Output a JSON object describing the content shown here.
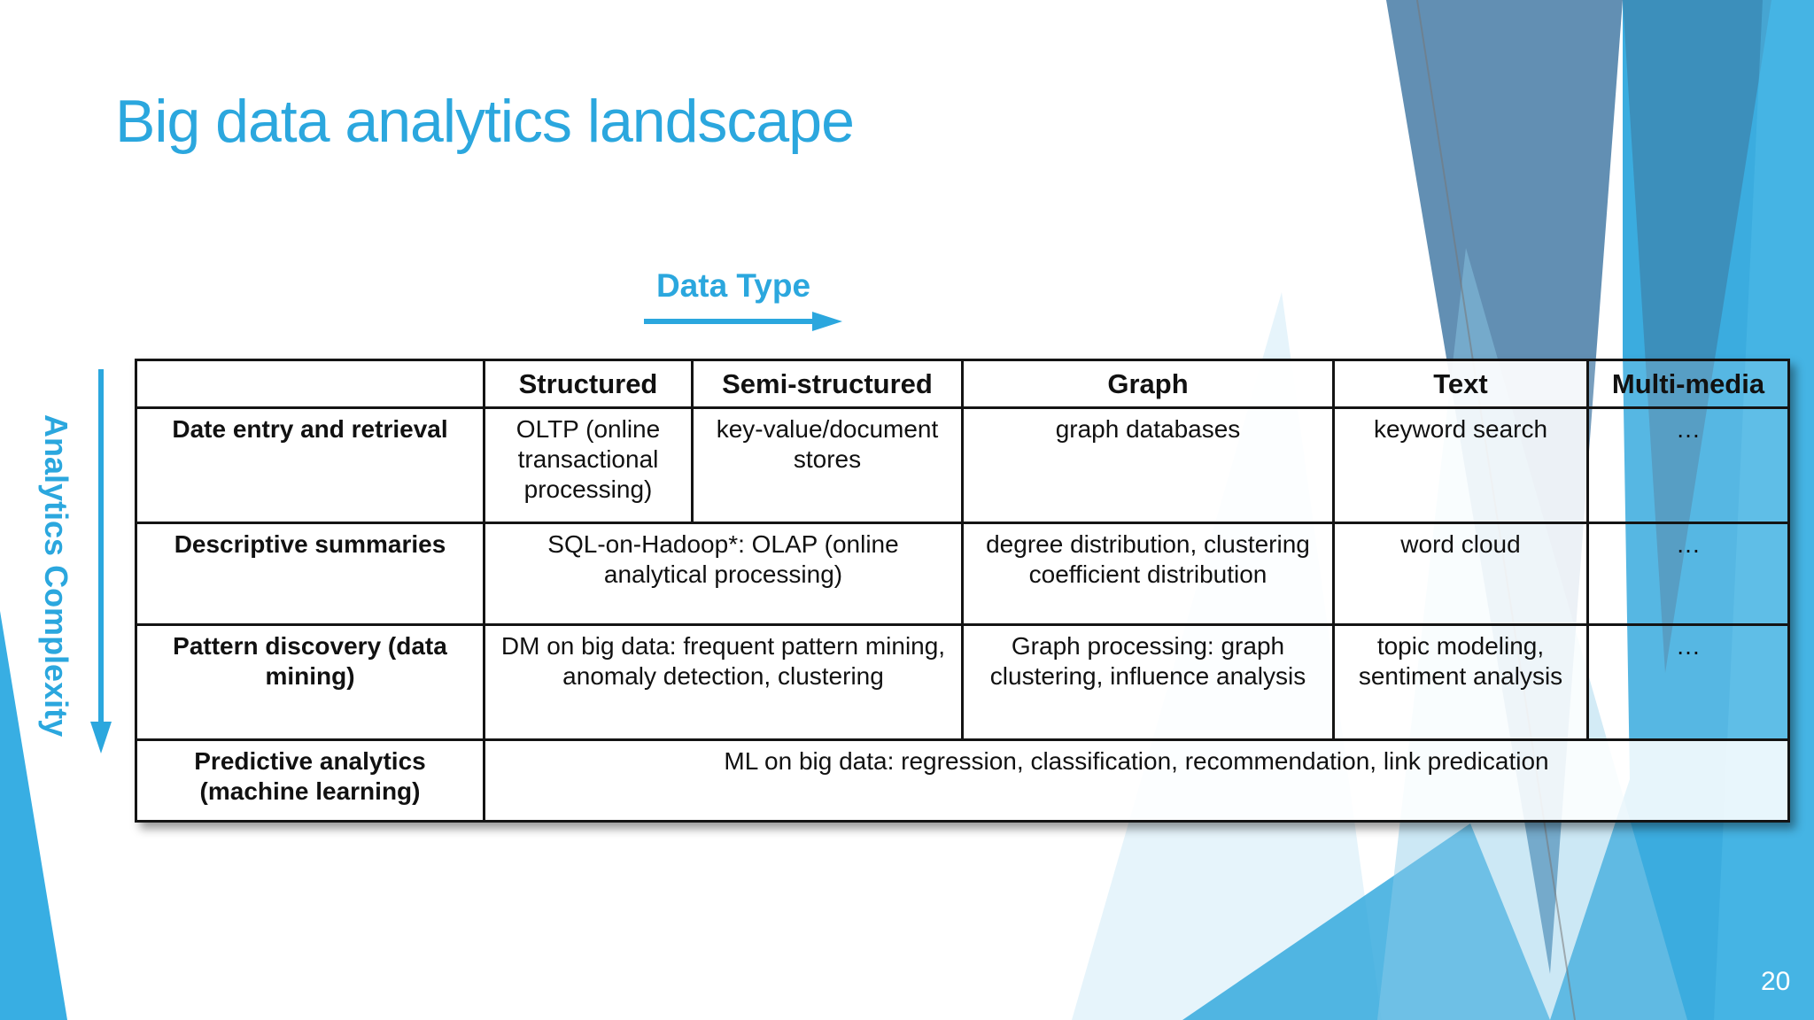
{
  "slide": {
    "title": "Big data analytics landscape",
    "page_number": "20"
  },
  "axes": {
    "x_label": "Data Type",
    "y_label": "Analytics Complexity"
  },
  "table": {
    "header": [
      "",
      "Structured",
      "Semi-structured",
      "Graph",
      "Text",
      "Multi-media"
    ],
    "rows": [
      {
        "label": "Date entry and retrieval",
        "cells": [
          "OLTP (online transactional processing)",
          "key-value/document stores",
          "graph databases",
          "keyword search",
          "…"
        ]
      },
      {
        "label": "Descriptive summaries",
        "cells": [
          "SQL-on-Hadoop*: OLAP (online analytical processing)",
          "degree distribution, clustering coefficient distribution",
          "word cloud",
          "…"
        ]
      },
      {
        "label": "Pattern discovery (data mining)",
        "cells": [
          "DM on big data: frequent pattern mining, anomaly detection, clustering",
          "Graph processing: graph clustering, influence analysis",
          "topic modeling, sentiment analysis",
          "…"
        ]
      },
      {
        "label": "Predictive analytics (machine learning)",
        "cells": [
          "ML on big data: regression, classification, recommendation, link predication"
        ]
      }
    ]
  },
  "colors": {
    "accent_blue": "#2BA7DE",
    "highlight_cell": "#CDE0F1",
    "slate_triangle": "#4C80A8",
    "bright_triangle": "#2AA5DC",
    "light_triangle": "#8FCBE9",
    "pale_triangle": "#DCEFF9",
    "left_wedge": "#38AEE3",
    "table_border": "#141414",
    "page_number_text": "#FFFFFF"
  }
}
